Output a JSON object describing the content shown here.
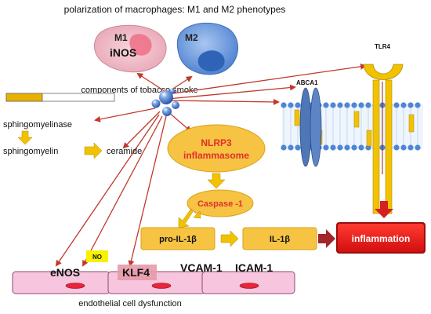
{
  "title": "polarization of macrophages: M1 and M2 phenotypes",
  "macrophages": {
    "m1_label": "M1",
    "m1_marker": "iNOS",
    "m2_label": "M2"
  },
  "tobacco": {
    "label": "components of tobacco smoke"
  },
  "receptors": {
    "tlr4_label": "TLR4",
    "abca1_label": "ABCA1"
  },
  "sphingolipids": {
    "enzyme_label": "sphingomyelinase",
    "substrate_label": "sphingomyelin",
    "product_label": "ceramide"
  },
  "pathway": {
    "nlrp3_line1": "NLRP3",
    "nlrp3_line2": "inflammasome",
    "caspase_label": "Caspase -1",
    "pro_il1b_label": "pro-IL-1β",
    "il1b_label": "IL-1β",
    "inflammation_label": "inflammation"
  },
  "endothelium": {
    "no_label": "NO",
    "enos_label": "eNOS",
    "klf4_label": "KLF4",
    "vcam_label": "VCAM-1",
    "icam_label": "ICAM-1",
    "caption": "endothelial cell dysfunction"
  },
  "colors": {
    "arrow_red": "#c0392b",
    "node_yellow": "#f6c343",
    "node_text_red": "#e0302a",
    "inflammation_red": "#e81e1e",
    "cell_pink": "#f7c5dd",
    "membrane_blue": "#5b8fd6",
    "m1_pink": "#f3b7c2",
    "m2_blue": "#5e93dd"
  }
}
